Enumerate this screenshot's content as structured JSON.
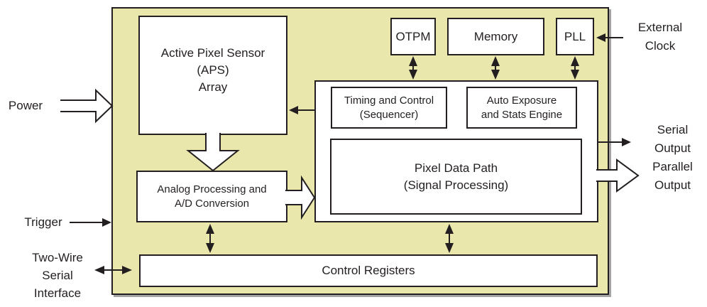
{
  "diagram": {
    "title_hint": "Image sensor functional block diagram",
    "colors": {
      "container_fill": "#e9e7ac",
      "box_fill": "#ffffff",
      "ink": "#231f20"
    },
    "blocks": {
      "aps": {
        "line1": "Active Pixel Sensor",
        "line2": "(APS)",
        "line3": "Array"
      },
      "otpm": {
        "label": "OTPM"
      },
      "memory": {
        "label": "Memory"
      },
      "pll": {
        "label": "PLL"
      },
      "timing": {
        "line1": "Timing and Control",
        "line2": "(Sequencer)"
      },
      "auto_exposure": {
        "line1": "Auto Exposure",
        "line2": "and Stats Engine"
      },
      "pixel_data_path": {
        "line1": "Pixel Data Path",
        "line2": "(Signal Processing)"
      },
      "analog": {
        "line1": "Analog Processing and",
        "line2": "A/D Conversion"
      },
      "control_registers": {
        "label": "Control Registers"
      }
    },
    "labels": {
      "power": "Power",
      "external_clock": {
        "line1": "External",
        "line2": "Clock"
      },
      "trigger": "Trigger",
      "two_wire": {
        "line1": "Two-Wire",
        "line2": "Serial",
        "line3": "Interface"
      },
      "serial_output": {
        "line1": "Serial",
        "line2": "Output"
      },
      "parallel_output": {
        "line1": "Parallel",
        "line2": "Output"
      }
    }
  }
}
